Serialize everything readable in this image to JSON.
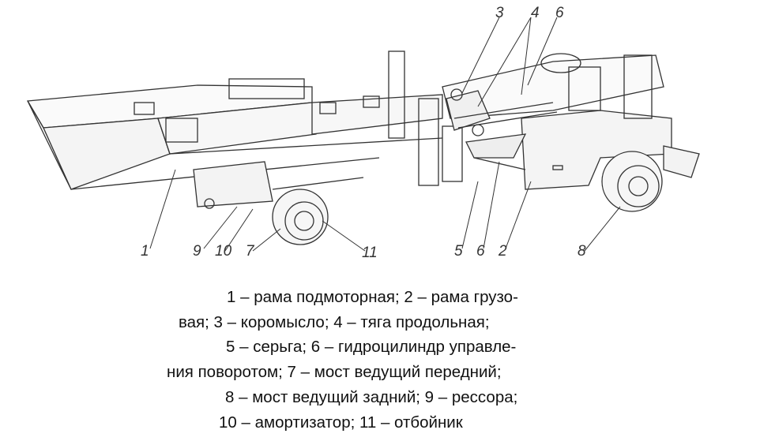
{
  "figure": {
    "callouts": [
      "1",
      "2",
      "3",
      "4",
      "5",
      "6",
      "6",
      "7",
      "8",
      "9",
      "10",
      "11"
    ],
    "caption_lines": [
      "1 – рама подмоторная; 2 – рама грузо-",
      "вая; 3 – коромысло; 4 – тяга продольная;",
      "5 – серьга; 6 – гидроцилиндр управле-",
      "ния поворотом; 7 – мост ведущий передний;",
      "8 – мост ведущий задний; 9 – рессора;",
      "10 – амортизатор; 11 – отбойник"
    ]
  }
}
